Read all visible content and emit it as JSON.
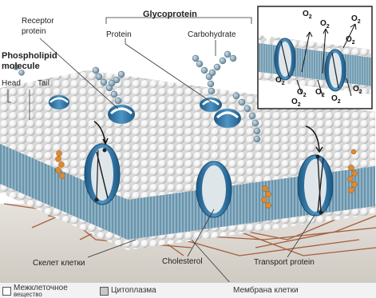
{
  "labels": {
    "glycoprotein": "Glycoprotein",
    "protein": "Protein",
    "carbohydrate": "Carbohydrate",
    "receptor_protein_line1": "Receptor",
    "receptor_protein_line2": "protein",
    "phospholipid_line1": "Phospholipid",
    "phospholipid_line2": "molecule",
    "head": "Head",
    "tail": "Tail",
    "cytoskeleton": "Скелет клетки",
    "cholesterol": "Cholesterol",
    "transport_protein": "Transport protein",
    "cell_membrane": "Мембрана клетки"
  },
  "legend": {
    "extracellular_line1": "Межклеточное",
    "extracellular_line2": "вещество",
    "cytoplasm": "Цитоплазма",
    "colors": {
      "extracellular": "#ffffff",
      "cytoplasm": "#c8c8c8"
    }
  },
  "inset": {
    "molecule": "O",
    "subscript": "2"
  },
  "colors": {
    "head_sphere": "#f4f4f4",
    "tail_blue": "#5a8aa8",
    "protein_blue": "#2e6f9e",
    "cholesterol_orange": "#e0892e",
    "cytoskeleton_brown": "#a0522d",
    "sugar_bead": "#8aa8b8"
  }
}
